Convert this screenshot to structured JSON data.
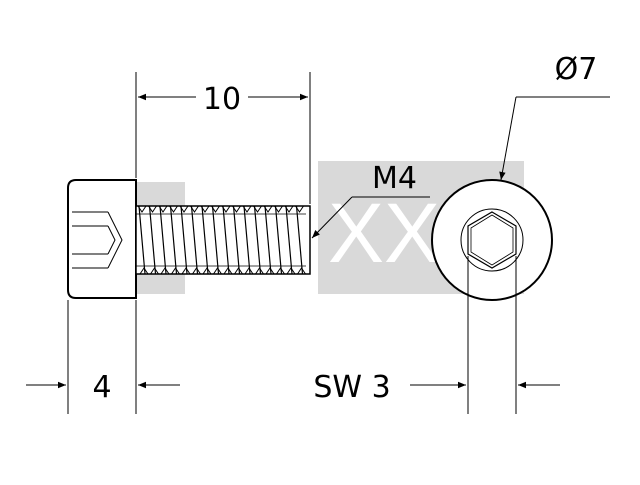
{
  "drawing": {
    "length_label": "10",
    "thread_label": "M4",
    "diameter_label": "Ø7",
    "head_height_label": "4",
    "hex_socket_label": "SW 3"
  },
  "watermark": {
    "text": "XXL",
    "color": "#d9d9d9"
  },
  "colors": {
    "line": "#000000",
    "background": "#ffffff"
  }
}
